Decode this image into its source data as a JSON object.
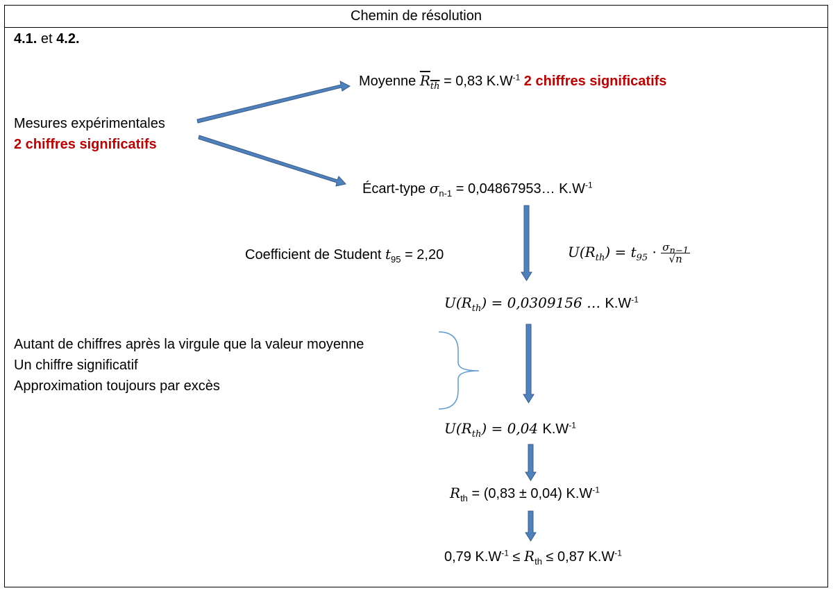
{
  "header": "Chemin de résolution",
  "section": {
    "a": "4.1.",
    "mid": " et ",
    "b": "4.2."
  },
  "left_block": {
    "line1": "Mesures expérimentales",
    "line2": "2 chiffres significatifs"
  },
  "mean": {
    "prefix": "Moyenne ",
    "symbol": "R",
    "sub": "th",
    "value": " = 0,83 K.W",
    "exp": "-1",
    "note": " 2 chiffres significatifs"
  },
  "stddev": {
    "prefix": "Écart-type ",
    "symbol": "σ",
    "sub": "n-1",
    "value": " = 0,04867953… K.W",
    "exp": "-1"
  },
  "student": {
    "prefix": "Coefficient de Student ",
    "symbol": "t",
    "sub": "95",
    "value": " = 2,20"
  },
  "formula": {
    "lhs": "U(R",
    "lhs_sub": "th",
    "eq": ") = t",
    "t_sub": "95",
    "dot": " · ",
    "num": "σ",
    "num_sub": "n−1",
    "den": "√n"
  },
  "u1": {
    "lhs": "U(R",
    "sub": "th",
    "rhs": ") = 0,0309156 … ",
    "unit": " K.W",
    "exp": "-1"
  },
  "rules": [
    "Autant de chiffres après la virgule que la valeur moyenne",
    "Un chiffre significatif",
    "Approximation toujours par excès"
  ],
  "u2": {
    "lhs": "U(R",
    "sub": "th",
    "rhs": ") = 0,04 ",
    "unit": " K.W",
    "exp": "-1"
  },
  "result": {
    "symbol": "R",
    "sub": "th",
    "value": " = (0,83 ± 0,04) K.W",
    "exp": "-1"
  },
  "interval": {
    "left": "0,79 K.W",
    "left_exp": "-1",
    "mid": " ≤ ",
    "symbol": "R",
    "sub": "th",
    "mid2": " ≤ 0,87 K.W",
    "right_exp": "-1"
  },
  "colors": {
    "arrow": "#4f81bd",
    "arrow_stroke": "#385d8a",
    "brace": "#5b9bd5",
    "red": "#c00000"
  }
}
